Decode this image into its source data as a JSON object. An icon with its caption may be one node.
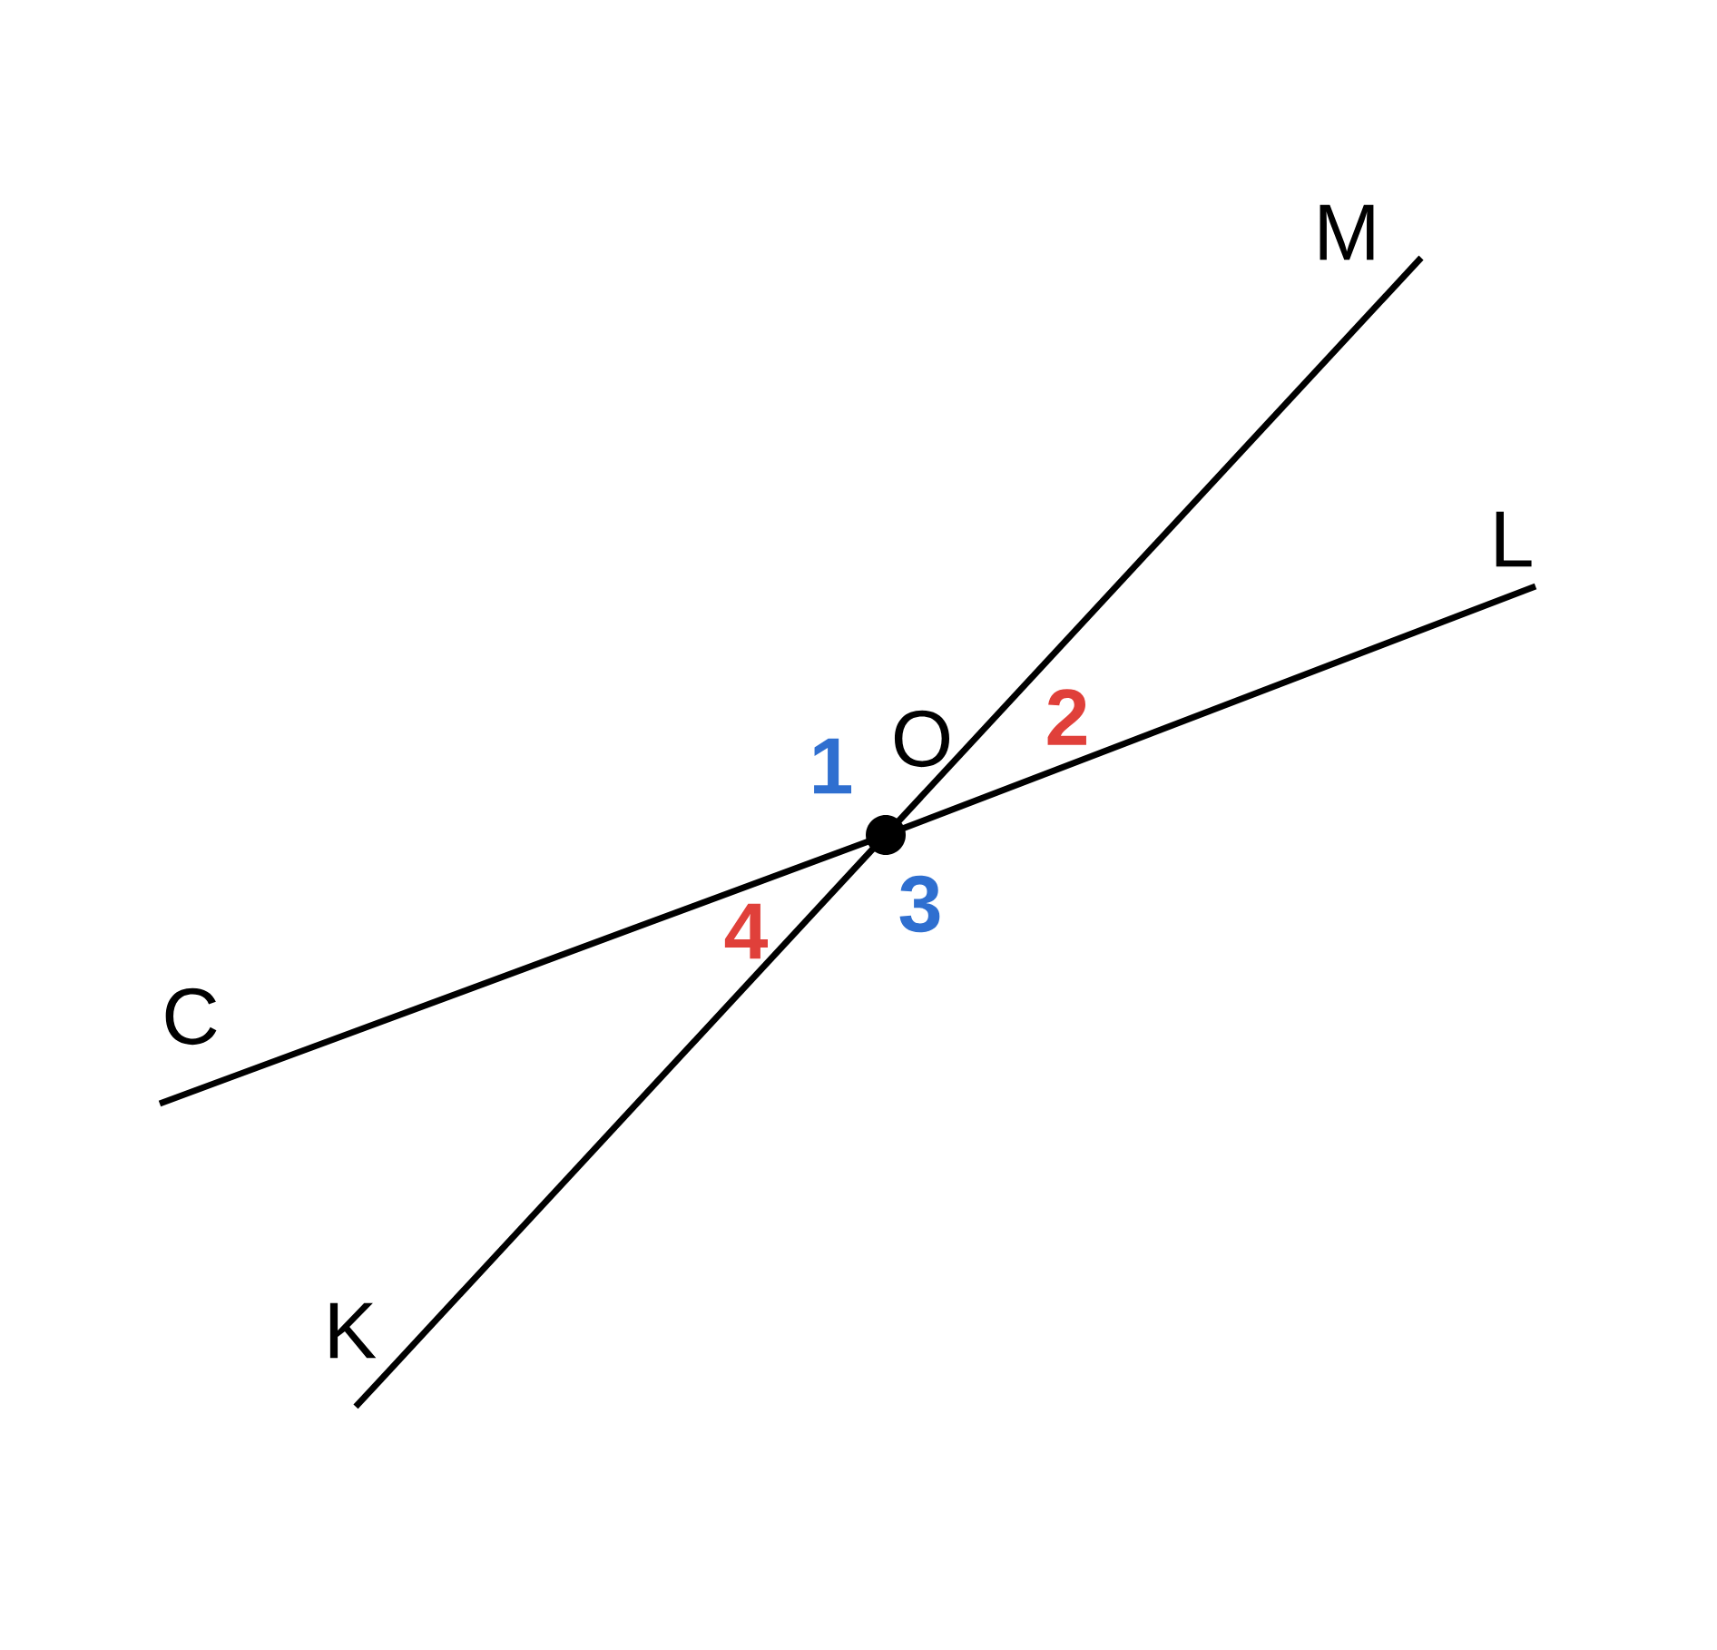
{
  "diagram": {
    "nodes": [
      {
        "text": [
          "C"
        ]
      },
      {
        "text": [
          "L"
        ]
      },
      {
        "text": [
          "M"
        ]
      },
      {
        "text": [
          "K"
        ]
      },
      {
        "text": [],
        "shape": "circle",
        "beside": [
          "O"
        ]
      }
    ],
    "edges": [
      {
        "from": 0,
        "to": 4,
        "arrow": "none"
      },
      {
        "from": 4,
        "to": 1,
        "arrow": "none"
      },
      {
        "from": 3,
        "to": 4,
        "arrow": "none"
      },
      {
        "from": 4,
        "to": 2,
        "arrow": "none"
      }
    ],
    "labels": [
      "1",
      "2",
      "3",
      "4"
    ]
  }
}
